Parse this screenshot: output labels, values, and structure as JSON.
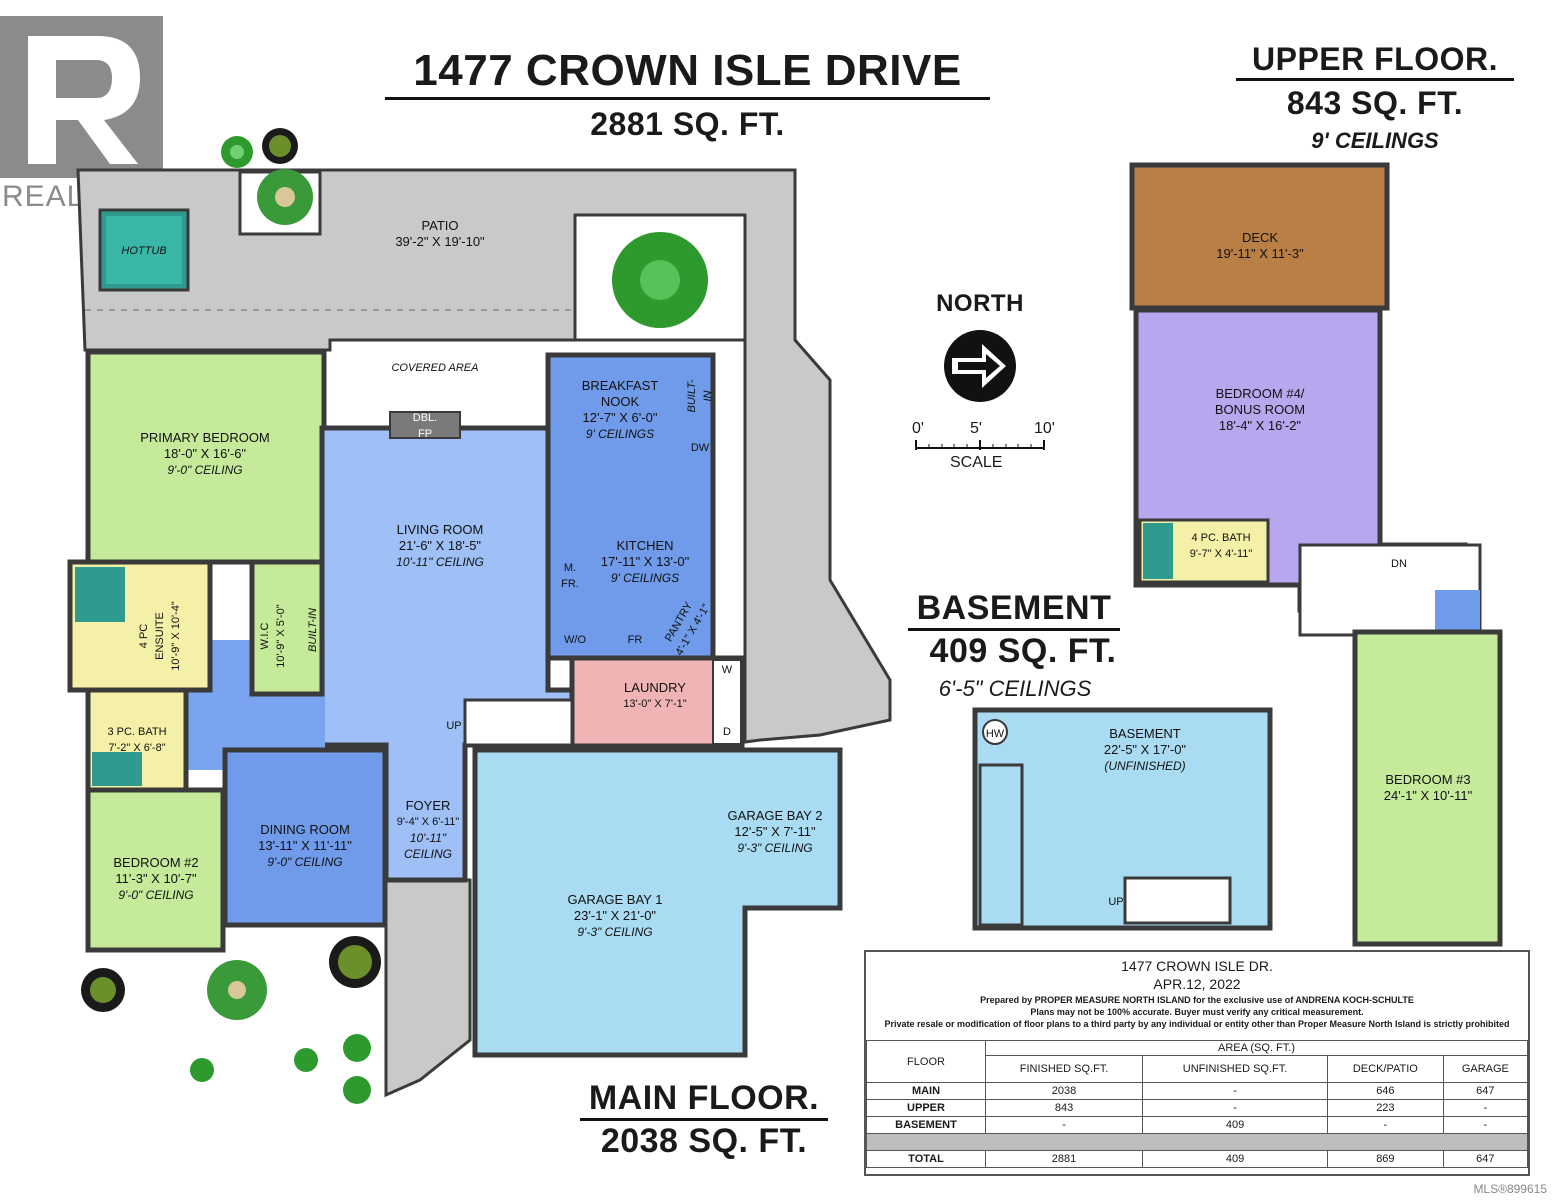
{
  "realtor_logo": {
    "text": "REALTOR®"
  },
  "title": {
    "address": "1477 CROWN ISLE DRIVE",
    "total_area": "2881 SQ. FT."
  },
  "upper_floor": {
    "label": "UPPER FLOOR.",
    "area": "843 SQ. FT.",
    "ceilings": "9' CEILINGS"
  },
  "basement_floor": {
    "label": "BASEMENT",
    "area": "409 SQ. FT.",
    "ceilings": "6'-5\" CEILINGS"
  },
  "main_floor": {
    "label": "MAIN FLOOR.",
    "area": "2038 SQ. FT."
  },
  "compass": {
    "label": "NORTH"
  },
  "scale": {
    "t0": "0'",
    "t5": "5'",
    "t10": "10'",
    "label": "SCALE"
  },
  "rooms": {
    "patio": {
      "name": "PATIO",
      "dims": "39'-2\" X 19'-10\""
    },
    "hottub": {
      "name": "HOTTUB"
    },
    "covered": {
      "name": "COVERED AREA"
    },
    "dblfp": {
      "line1": "DBL.",
      "line2": "FP"
    },
    "primary": {
      "name": "PRIMARY BEDROOM",
      "dims": "18'-0\" X 16'-6\"",
      "ceiling": "9'-0\" CEILING"
    },
    "living": {
      "name": "LIVING ROOM",
      "dims": "21'-6\" X 18'-5\"",
      "ceiling": "10'-11\" CEILING"
    },
    "breakfast": {
      "name1": "BREAKFAST",
      "name2": "NOOK",
      "dims": "12'-7\" X 6'-0\"",
      "ceiling": "9' CEILINGS"
    },
    "builtin_k": {
      "name": "BUILT-IN"
    },
    "dw": {
      "name": "DW"
    },
    "kitchen": {
      "name": "KITCHEN",
      "dims": "17'-11\" X 13'-0\"",
      "ceiling": "9' CEILINGS"
    },
    "mfr": {
      "line1": "M.",
      "line2": "FR."
    },
    "pantry": {
      "name": "PANTRY",
      "dims": "4'-1\" X 4'-1\""
    },
    "wo": {
      "name": "W/O"
    },
    "fr": {
      "name": "FR"
    },
    "ensuite": {
      "line1": "4 PC",
      "line2": "ENSUITE",
      "dims": "10'-9\" X 10'-4\""
    },
    "wic": {
      "name": "W.I.C",
      "dims": "10'-9\" X 5'-0\""
    },
    "builtin_wic": {
      "name": "BUILT-IN"
    },
    "laundry": {
      "name": "LAUNDRY",
      "dims": "13'-0\" X 7'-1\""
    },
    "w": {
      "name": "W"
    },
    "d": {
      "name": "D"
    },
    "bath3": {
      "name": "3 PC. BATH",
      "dims": "7'-2\" X 6'-8\""
    },
    "up_main": {
      "name": "UP"
    },
    "dining": {
      "name": "DINING ROOM",
      "dims": "13'-11\" X 11'-11\"",
      "ceiling": "9'-0\" CEILING"
    },
    "foyer": {
      "name": "FOYER",
      "dims": "9'-4\" X 6'-11\"",
      "ceiling": "10'-11\" CEILING"
    },
    "bedroom2": {
      "name": "BEDROOM #2",
      "dims": "11'-3\" X 10'-7\"",
      "ceiling": "9'-0\" CEILING"
    },
    "garage2": {
      "name": "GARAGE BAY 2",
      "dims": "12'-5\" X 7'-11\"",
      "ceiling": "9'-3\" CEILING"
    },
    "garage1": {
      "name": "GARAGE BAY 1",
      "dims": "23'-1\" X 21'-0\"",
      "ceiling": "9'-3\" CEILING"
    },
    "deck": {
      "name": "DECK",
      "dims": "19'-11\" X 11'-3\""
    },
    "bedroom4": {
      "name1": "BEDROOM #4/",
      "name2": "BONUS ROOM",
      "dims": "18'-4\" X 16'-2\""
    },
    "bath4": {
      "name": "4 PC. BATH",
      "dims": "9'-7\" X 4'-11\""
    },
    "dn": {
      "name": "DN"
    },
    "bedroom3": {
      "name": "BEDROOM #3",
      "dims": "24'-1\" X 10'-11\""
    },
    "basement": {
      "name": "BASEMENT",
      "dims": "22'-5\" X 17'-0\"",
      "note": "(UNFINISHED)"
    },
    "hw": {
      "name": "HW"
    },
    "up_base": {
      "name": "UP"
    }
  },
  "info_box": {
    "address": "1477 CROWN ISLE DR.",
    "date": "APR.12, 2022",
    "prepared": "Prepared by PROPER MEASURE NORTH ISLAND for the exclusive use of ANDRENA KOCH-SCHULTE",
    "disclaimer1": "Plans may not be 100% accurate.  Buyer must verify any critical measurement.",
    "disclaimer2": "Private resale  or modification of floor plans to a third party by any individual or entity other than Proper Measure North Island is strictly prohibited",
    "table": {
      "floor_header": "FLOOR",
      "area_header": "AREA (SQ. FT.)",
      "col1": "FINISHED SQ.FT.",
      "col2": "UNFINISHED SQ.FT.",
      "col3": "DECK/PATIO",
      "col4": "GARAGE",
      "rows": [
        {
          "floor": "MAIN",
          "finished": "2038",
          "unfinished": "-",
          "deck": "646",
          "garage": "647"
        },
        {
          "floor": "UPPER",
          "finished": "843",
          "unfinished": "-",
          "deck": "223",
          "garage": "-"
        },
        {
          "floor": "BASEMENT",
          "finished": "-",
          "unfinished": "409",
          "deck": "-",
          "garage": "-"
        }
      ],
      "total": {
        "floor": "TOTAL",
        "finished": "2881",
        "unfinished": "409",
        "deck": "869",
        "garage": "647"
      }
    }
  },
  "mls": "MLS®899615",
  "colors": {
    "patio": "#c9c9c9",
    "primary": "#c4ea9a",
    "living": "#8fb6f4",
    "kitchen": "#6f9bea",
    "laundry": "#f0b4b4",
    "ensuite": "#f5f0a8",
    "garage": "#a9dcf2",
    "deck": "#b97f45",
    "bonus": "#b8a7ee",
    "wall": "#3a3a3a",
    "tree": "#2e8b2e"
  }
}
